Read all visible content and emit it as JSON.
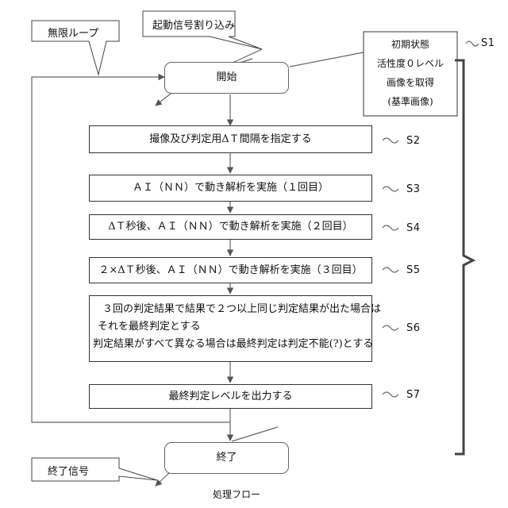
{
  "diagram": {
    "start_label": "開始",
    "end_label": "終了",
    "steps": [
      {
        "id": "S2",
        "text": "撮像及び判定用ΔＴ間隔を指定する"
      },
      {
        "id": "S3",
        "text": "ＡＩ（ＮＮ）で動き解析を実施（１回目）"
      },
      {
        "id": "S4",
        "text": "ΔＴ秒後、ＡＩ（ＮＮ）で動き解析を実施（２回目）"
      },
      {
        "id": "S5",
        "text": "２×ΔＴ秒後、ＡＩ（ＮＮ）で動き解析を実施（３回目）"
      },
      {
        "id": "S6",
        "lines": [
          "３回の判定結果で結果で２つ以上同じ判定結果が出た場合は",
          "それを最終判定とする",
          "判定結果がすべて異なる場合は最終判定は判定不能(?)とする"
        ]
      },
      {
        "id": "S7",
        "text": "最終判定レベルを出力する"
      }
    ],
    "s1": {
      "id": "S1",
      "lines": [
        "初期状態",
        "活性度０レベル",
        "画像を取得",
        "(基準画像)"
      ]
    },
    "callouts": {
      "loop": "無限ループ",
      "interrupt": "起動信号割り込み",
      "end_signal": "終了信号"
    },
    "caption": "処理フロー"
  }
}
